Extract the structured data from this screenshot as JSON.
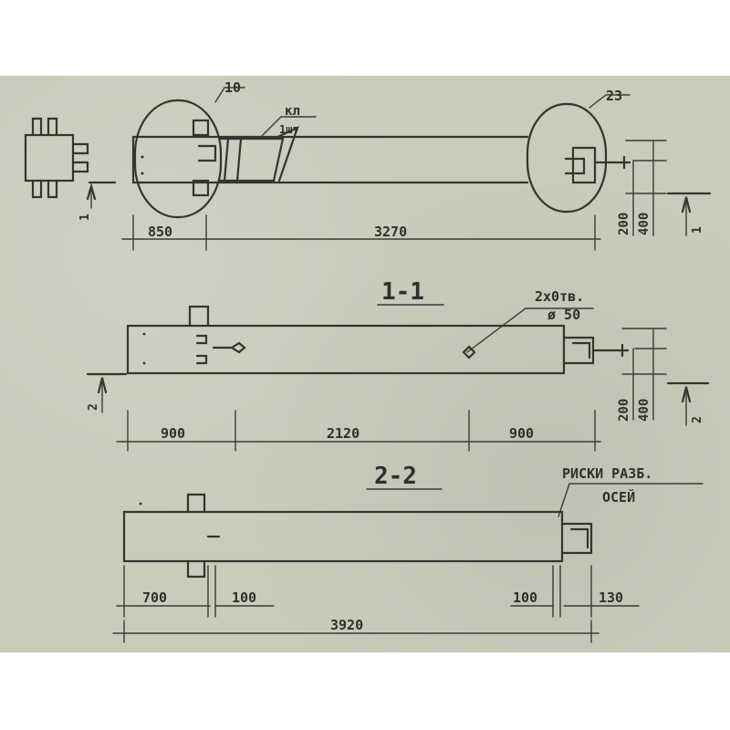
{
  "callouts": {
    "detail_a": "10",
    "detail_b": "23",
    "part": "кл",
    "part_qty": "1шт"
  },
  "sections": {
    "s1": "1-1",
    "s2": "2-2"
  },
  "markers": {
    "m1_left": "1",
    "m1_right": "1",
    "m2_left": "2",
    "m2_right": "2"
  },
  "holes": {
    "count": "2х0тв.",
    "diameter": "ø 50"
  },
  "note": {
    "line1": "РИСКИ РАЗБ.",
    "line2": "ОСЕЙ"
  },
  "dims": {
    "top": {
      "a": "850",
      "b": "3270",
      "h1": "200",
      "h2": "400"
    },
    "s1": {
      "a": "900",
      "b": "2120",
      "c": "900",
      "h1": "200",
      "h2": "400"
    },
    "s2": {
      "a": "700",
      "b": "100",
      "c": "100",
      "d": "130",
      "total": "3920"
    }
  }
}
